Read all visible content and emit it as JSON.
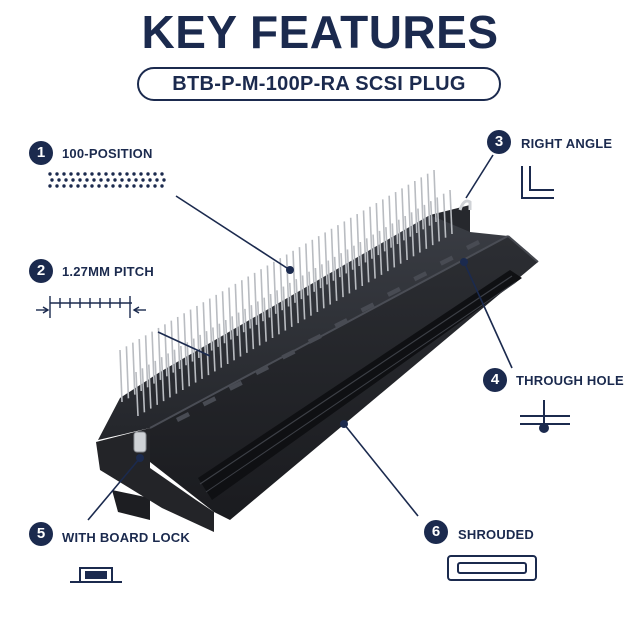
{
  "header": {
    "title": "KEY FEATURES",
    "subtitle": "BTB-P-M-100P-RA SCSI PLUG"
  },
  "features": [
    {
      "number": "1",
      "label": "100-POSITION",
      "icon": "dot-grid-icon"
    },
    {
      "number": "2",
      "label": "1.27MM PITCH",
      "icon": "pitch-ruler-icon"
    },
    {
      "number": "3",
      "label": "RIGHT ANGLE",
      "icon": "right-angle-icon"
    },
    {
      "number": "4",
      "label": "THROUGH HOLE",
      "icon": "through-hole-icon"
    },
    {
      "number": "5",
      "label": "WITH BOARD LOCK",
      "icon": "board-lock-icon"
    },
    {
      "number": "6",
      "label": "SHROUDED",
      "icon": "shroud-icon"
    }
  ],
  "colors": {
    "navy": "#1b2a4e",
    "connector_body": "#2b2d33",
    "pins": "#b9bcc1"
  }
}
